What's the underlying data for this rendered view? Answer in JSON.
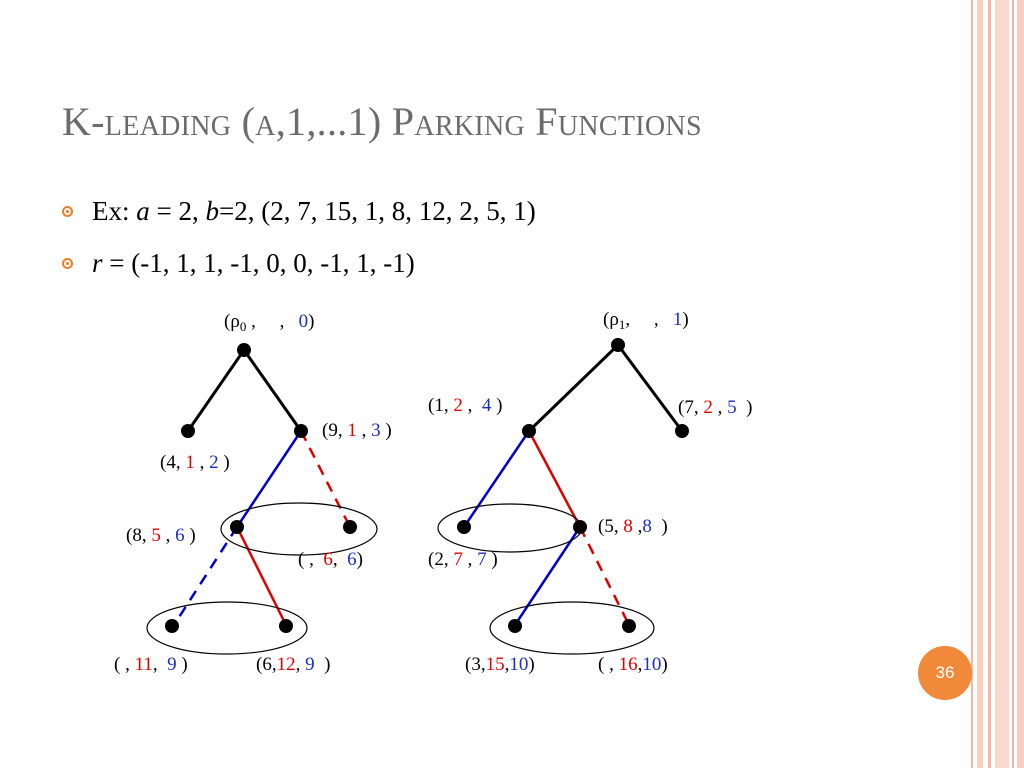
{
  "slide": {
    "title": "K-leading (a,1,...1) Parking Functions",
    "page_number": "36"
  },
  "bullets": [
    {
      "prefix": "Ex: ",
      "a_symbol": "a",
      "mid1": " = 2, ",
      "b_symbol": "b",
      "rest": "=2, (2, 7, 15, 1, 8, 12, 2, 5, 1)"
    },
    {
      "r_symbol": "r",
      "rest": " = (-1, 1, 1, -1, 0, 0, -1, 1, -1)"
    }
  ],
  "colors": {
    "accent": "#e8822a",
    "edge_black": "#000000",
    "edge_blue": "#0000d0",
    "edge_red": "#e00000",
    "text_red": "#e00000",
    "text_blue": "#1a2fc0"
  },
  "diagram": {
    "labels": {
      "root_left": {
        "a": "(ρ",
        "sub": "0",
        "b": " ,     ,   ",
        "v": "0",
        "c": ")"
      },
      "root_right": {
        "a": "(ρ",
        "sub": "1",
        "b": ",     ,   ",
        "v": "1",
        "c": ")"
      },
      "L_4_1_2": {
        "a": "(4, ",
        "red": "1",
        "mid": " , ",
        "blue": "2",
        "c": " )"
      },
      "L_9_1_3": {
        "a": "(9, ",
        "red": "1",
        "mid": " , ",
        "blue": "3",
        "c": " )"
      },
      "L_8_5_6": {
        "a": "(8, ",
        "red": "5",
        "mid": " , ",
        "blue": "6",
        "c": " )"
      },
      "L__6_6": {
        "a": "( ,  ",
        "red": "6",
        "mid": ",  ",
        "blue": "6",
        "c": ")"
      },
      "L__11_9": {
        "a": "( , ",
        "red": "11",
        "mid": ",  ",
        "blue": "9",
        "c": " )"
      },
      "L_6_12_9": {
        "a": "(6,",
        "red": "12",
        "mid": ", ",
        "blue": "9",
        "c": "  )"
      },
      "L_1_2_4": {
        "a": "(1, ",
        "red": "2",
        "mid": " ,  ",
        "blue": "4",
        "c": " )"
      },
      "L_7_2_5": {
        "a": "(7, ",
        "red": "2",
        "mid": " , ",
        "blue": "5",
        "c": "  )"
      },
      "L_5_8_8": {
        "a": "(5, ",
        "red": "8",
        "mid": " ,",
        "blue": "8",
        "c": "  )"
      },
      "L_2_7_7": {
        "a": "(2, ",
        "red": "7",
        "mid": " , ",
        "blue": "7",
        "c": " )"
      },
      "L_3_15_10": {
        "a": "(3,",
        "red": "15",
        "mid": ",",
        "blue": "10",
        "c": ")"
      },
      "L__16_10": {
        "a": "( , ",
        "red": "16",
        "mid": ",",
        "blue": "10",
        "c": ")"
      }
    }
  }
}
